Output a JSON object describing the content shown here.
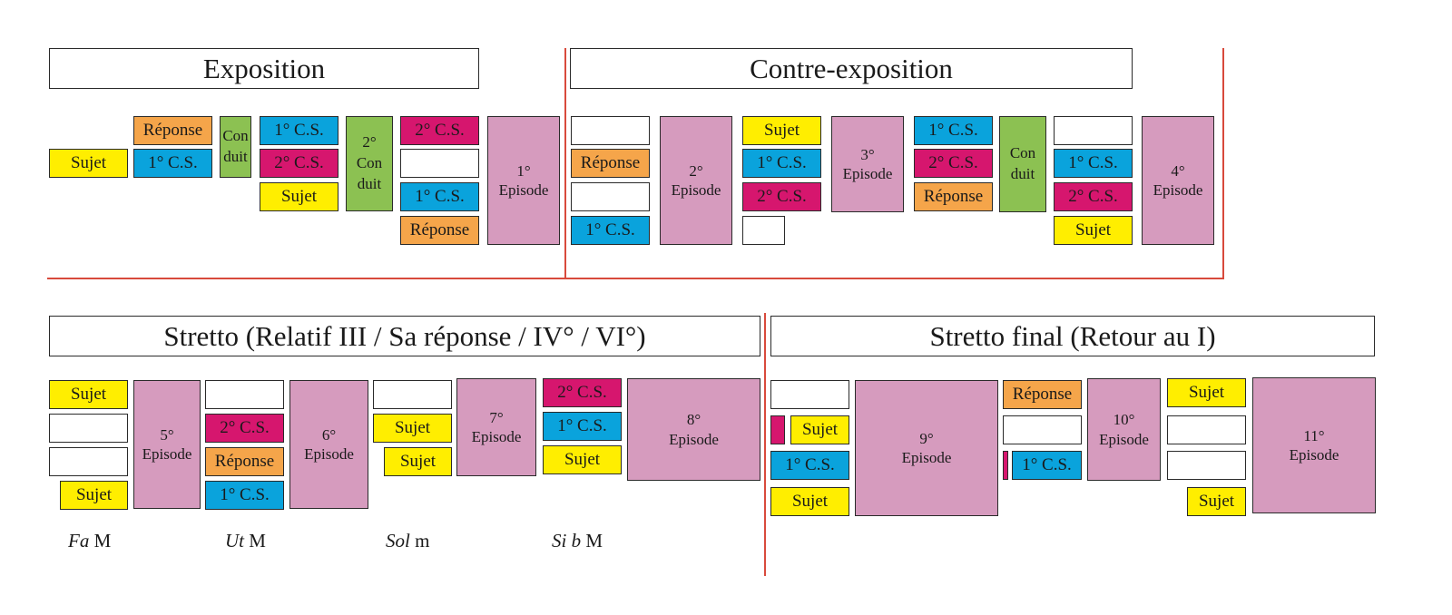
{
  "headers": {
    "exposition": "Exposition",
    "contre_exposition": "Contre-exposition",
    "stretto": "Stretto (Relatif III / Sa réponse / IV° / VI°)",
    "stretto_final": "Stretto final (Retour au I)"
  },
  "labels": {
    "sujet": "Sujet",
    "reponse": "Réponse",
    "cs1": "1° C.S.",
    "cs2": "2° C.S.",
    "conduit1": "Con\nduit",
    "conduit2": "2°\nCon\nduit",
    "conduit3": "Con\nduit"
  },
  "episodes": {
    "e1": "1°\nEpisode",
    "e2": "2°\nEpisode",
    "e3": "3°\nEpisode",
    "e4": "4°\nEpisode",
    "e5": "5°\nEpisode",
    "e6": "6°\nEpisode",
    "e7": "7°\nEpisode",
    "e8": "8°\nEpisode",
    "e9": "9°\nEpisode",
    "e10": "10°\nEpisode",
    "e11": "11°\nEpisode"
  },
  "keys": [
    {
      "note": "Fa",
      "mode": "M"
    },
    {
      "note": "Ut",
      "mode": "M"
    },
    {
      "note": "Sol",
      "mode": "m"
    },
    {
      "note": "Si b",
      "mode": "M"
    }
  ],
  "colors": {
    "sujet": "#ffee00",
    "reponse": "#f5a54a",
    "contre_sujet_1": "#0aa3dc",
    "contre_sujet_2": "#d6166e",
    "conduit": "#8cc152",
    "episode": "#d69bbe",
    "divider": "#d84a3c"
  }
}
